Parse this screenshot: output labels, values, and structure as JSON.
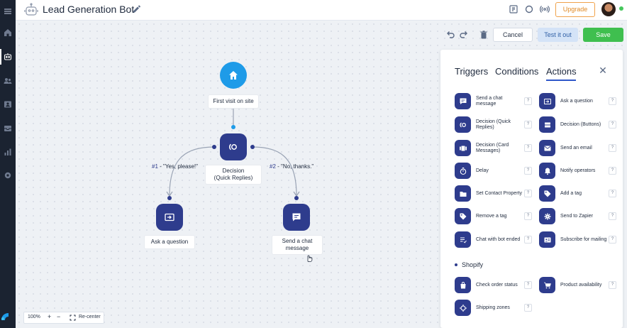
{
  "header": {
    "title": "Lead Generation Bot",
    "upgrade_label": "Upgrade"
  },
  "toolbar": {
    "cancel_label": "Cancel",
    "test_label": "Test it out",
    "save_label": "Save"
  },
  "flow": {
    "start_label": "First visit on site",
    "decision_label_1": "Decision",
    "decision_label_2": "(Quick Replies)",
    "branch_left_num": "#1",
    "branch_left_text": " - \"Yes, please!\"",
    "branch_right_num": "#2",
    "branch_right_text": " - \"No, thanks.\"",
    "left_node_label": "Ask a question",
    "right_node_label_1": "Send a chat",
    "right_node_label_2": "message"
  },
  "zoom": {
    "level": "100%",
    "plus": "+",
    "minus": "−",
    "recenter_label": "Re-center"
  },
  "panel": {
    "tabs": [
      "Triggers",
      "Conditions",
      "Actions"
    ],
    "active_tab": "Actions",
    "help_glyph": "?",
    "actions": [
      {
        "label": "Send a chat message",
        "icon": "chat-icon"
      },
      {
        "label": "Ask a question",
        "icon": "question-icon"
      },
      {
        "label": "Decision (Quick Replies)",
        "icon": "quick-replies-icon"
      },
      {
        "label": "Decision (Buttons)",
        "icon": "buttons-icon"
      },
      {
        "label": "Decision (Card Messages)",
        "icon": "cards-icon"
      },
      {
        "label": "Send an email",
        "icon": "email-icon"
      },
      {
        "label": "Delay",
        "icon": "stopwatch-icon"
      },
      {
        "label": "Notify operators",
        "icon": "bell-icon"
      },
      {
        "label": "Set Contact Property",
        "icon": "folder-icon"
      },
      {
        "label": "Add a tag",
        "icon": "tag-icon"
      },
      {
        "label": "Remove a tag",
        "icon": "tag-remove-icon"
      },
      {
        "label": "Send to Zapier",
        "icon": "zapier-icon"
      },
      {
        "label": "Chat with bot ended",
        "icon": "chat-end-icon"
      },
      {
        "label": "Subscribe for mailing",
        "icon": "subscribe-icon"
      }
    ],
    "shopify_heading": "Shopify",
    "shopify_actions": [
      {
        "label": "Check order status",
        "icon": "bag-icon"
      },
      {
        "label": "Product availability",
        "icon": "cart-icon"
      },
      {
        "label": "Shipping zones",
        "icon": "zones-icon"
      }
    ]
  },
  "colors": {
    "accent": "#2e3c8d",
    "start_node": "#1e9be8",
    "save_green": "#3fbf4f",
    "upgrade_orange": "#f0a24b",
    "rail": "#1b2331"
  }
}
